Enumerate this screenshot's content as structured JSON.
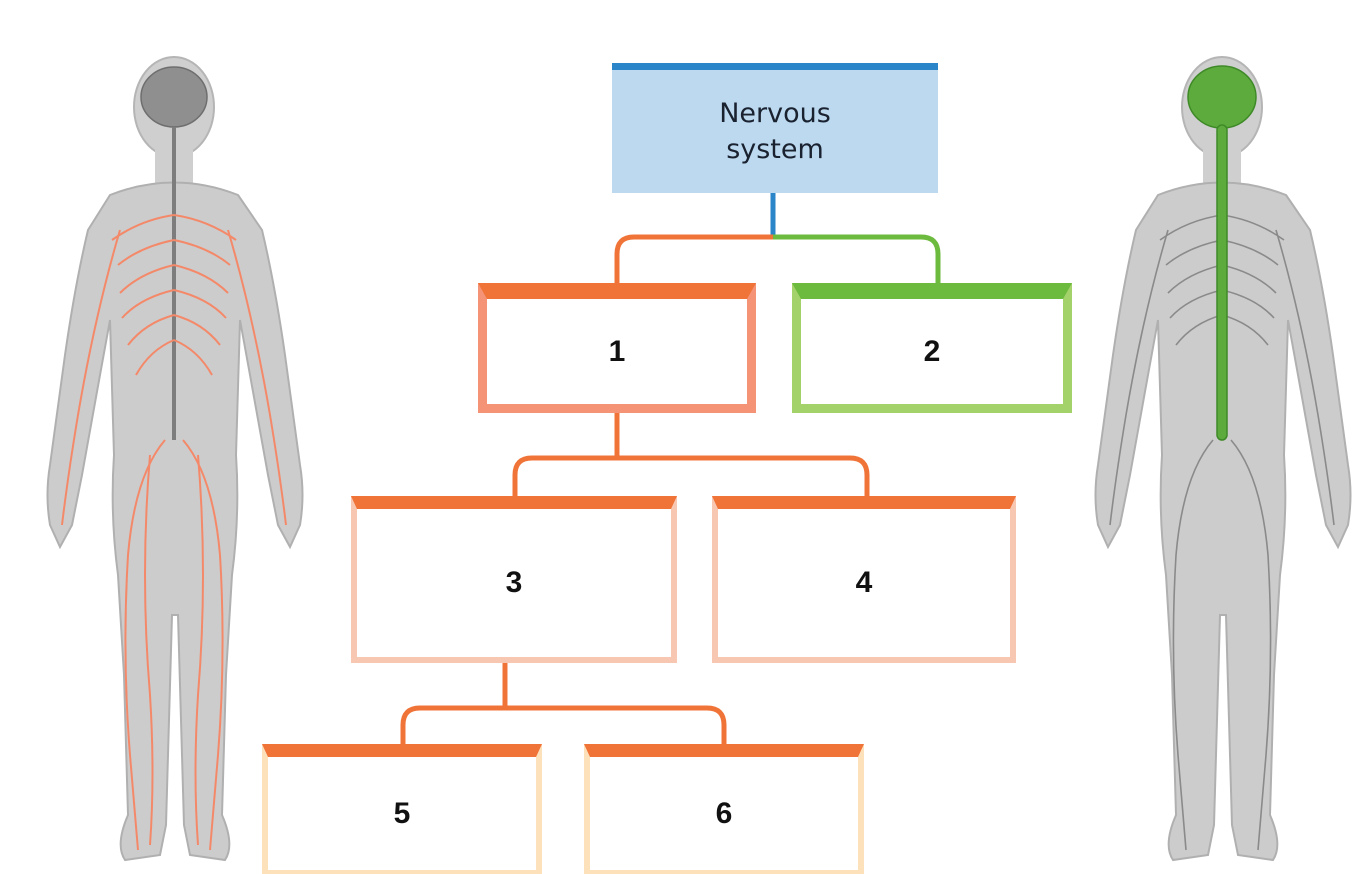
{
  "diagram": {
    "root": {
      "label": "Nervous\nsystem"
    },
    "nodes": [
      {
        "id": "1",
        "label": "1"
      },
      {
        "id": "2",
        "label": "2"
      },
      {
        "id": "3",
        "label": "3"
      },
      {
        "id": "4",
        "label": "4"
      },
      {
        "id": "5",
        "label": "5"
      },
      {
        "id": "6",
        "label": "6"
      }
    ],
    "edges": [
      [
        "root",
        "1"
      ],
      [
        "root",
        "2"
      ],
      [
        "1",
        "3"
      ],
      [
        "1",
        "4"
      ],
      [
        "3",
        "5"
      ],
      [
        "3",
        "6"
      ]
    ]
  },
  "colors": {
    "root_fill": "#bcd9f0",
    "root_accent": "#2b86c9",
    "branch_orange": "#f07338",
    "branch_green": "#6cba3e",
    "box_1_border": "#f59377",
    "box_2_border": "#a3d26a",
    "box_3_4_border": "#f8c7b2",
    "box_5_6_border": "#fde1bb",
    "nerves_peripheral": "#f4896a",
    "nerves_central": "#5cab3c",
    "body_fill": "#c9c9c9"
  },
  "illustrations": {
    "left": "human-body-peripheral-nervous-system",
    "right": "human-body-central-nervous-system"
  }
}
